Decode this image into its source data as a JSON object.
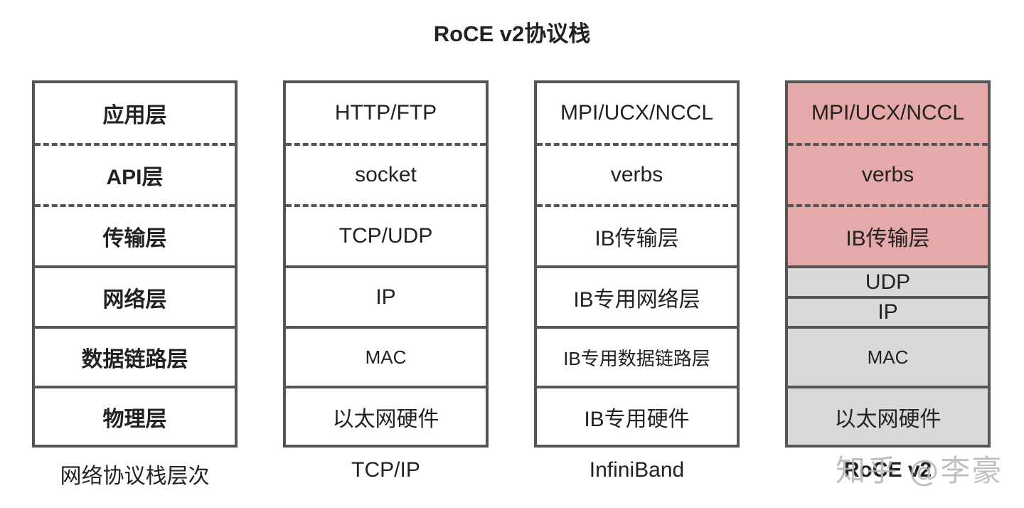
{
  "title": "RoCE v2协议栈",
  "columns": [
    {
      "caption": "网络协议栈层次",
      "layers": [
        "应用层",
        "API层",
        "传输层",
        "网络层",
        "数据链路层",
        "物理层"
      ]
    },
    {
      "caption": "TCP/IP",
      "layers": [
        "HTTP/FTP",
        "socket",
        "TCP/UDP",
        "IP",
        "MAC",
        "以太网硬件"
      ]
    },
    {
      "caption": "InfiniBand",
      "layers": [
        "MPI/UCX/NCCL",
        "verbs",
        "IB传输层",
        "IB专用网络层",
        "IB专用数据链路层",
        "IB专用硬件"
      ]
    },
    {
      "caption": "RoCE v2",
      "layers": [
        "MPI/UCX/NCCL",
        "verbs",
        "IB传输层",
        "UDP",
        "IP",
        "MAC",
        "以太网硬件"
      ]
    }
  ],
  "watermark": "知乎 @李豪",
  "colors": {
    "border": "#555555",
    "ib_layers_fill": "#e4a9a8",
    "ethernet_layers_fill": "#d9d9d9"
  }
}
